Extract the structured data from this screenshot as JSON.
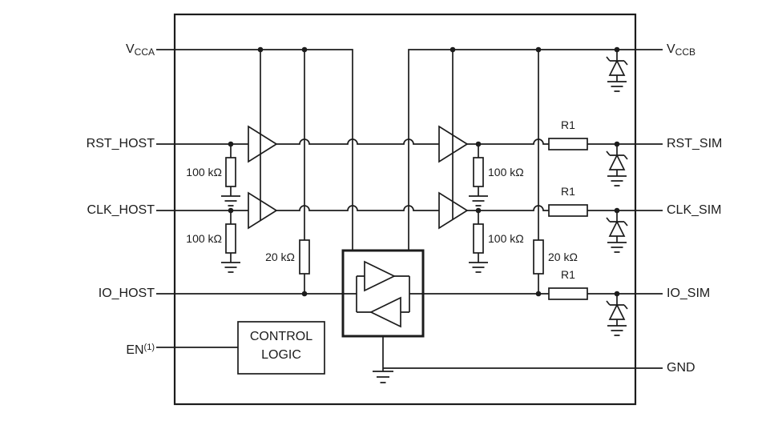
{
  "pins": {
    "vcca": {
      "base": "V",
      "sub": "CCA"
    },
    "vccb": {
      "base": "V",
      "sub": "CCB"
    },
    "rst_host": "RST_HOST",
    "clk_host": "CLK_HOST",
    "io_host": "IO_HOST",
    "en": {
      "base": "EN",
      "sup": "(1)"
    },
    "rst_sim": "RST_SIM",
    "clk_sim": "CLK_SIM",
    "io_sim": "IO_SIM",
    "gnd": "GND"
  },
  "components": {
    "pulldown_resistor_label": "100 kΩ",
    "pullup_resistor_label": "20 kΩ",
    "series_resistor_label": "R1",
    "control_logic": {
      "line1": "CONTROL",
      "line2": "LOGIC"
    }
  },
  "colors": {
    "line": "#1c1c1c",
    "background": "#ffffff"
  }
}
